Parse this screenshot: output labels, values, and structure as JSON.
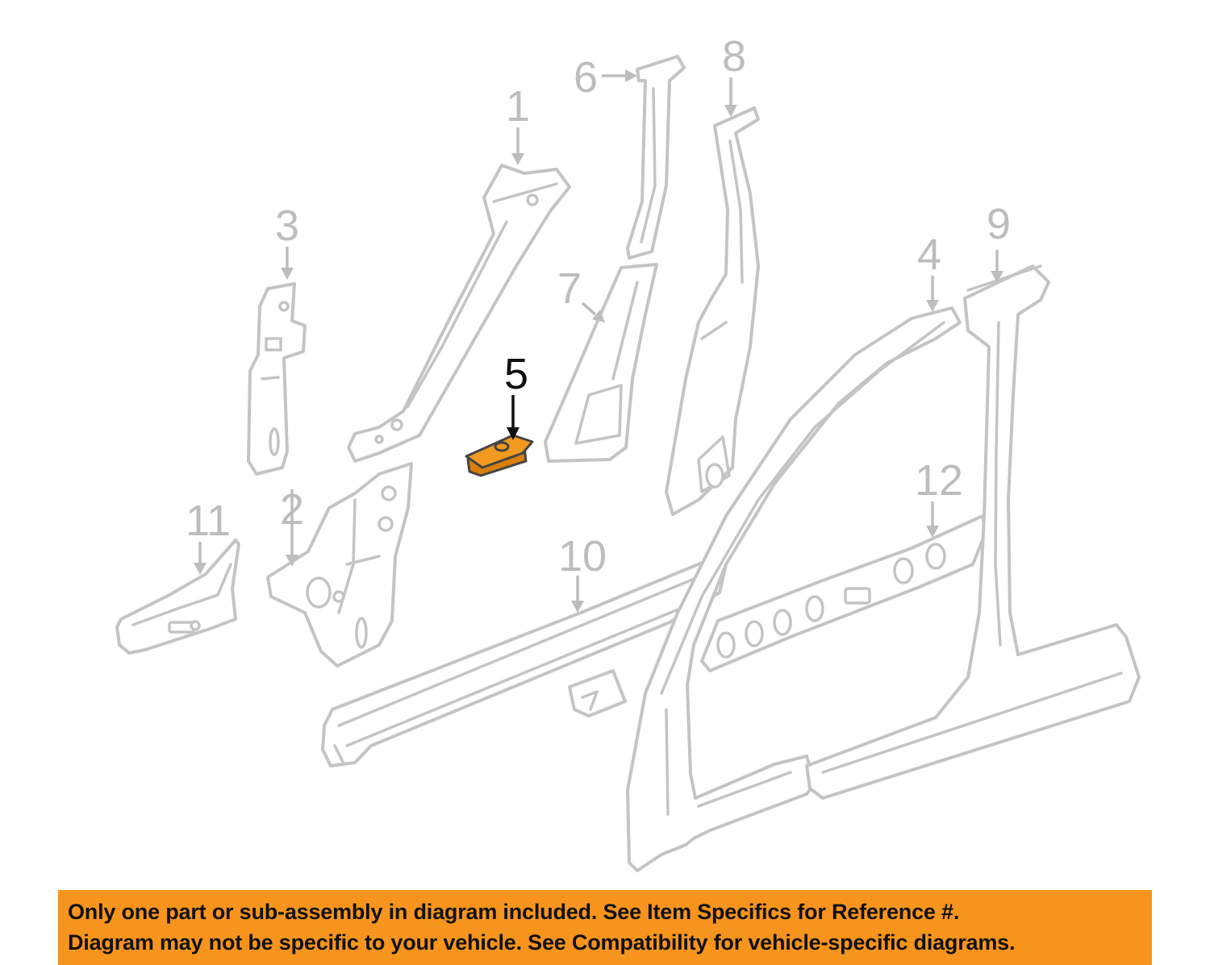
{
  "callouts": {
    "c1": "1",
    "c2": "2",
    "c3": "3",
    "c4": "4",
    "c5": "5",
    "c6": "6",
    "c7": "7",
    "c8": "8",
    "c9": "9",
    "c10": "10",
    "c11": "11",
    "c12": "12"
  },
  "highlighted_part": "5",
  "colors": {
    "highlight": "#f29a1f",
    "notice_background": "#f7941d",
    "part_outline": "#c4c4c4"
  },
  "notice": {
    "line1": "Only one part or sub-assembly in diagram included. See Item Specifics for Reference #.",
    "line2": "Diagram may not be specific to your vehicle. See Compatibility for vehicle-specific diagrams."
  }
}
